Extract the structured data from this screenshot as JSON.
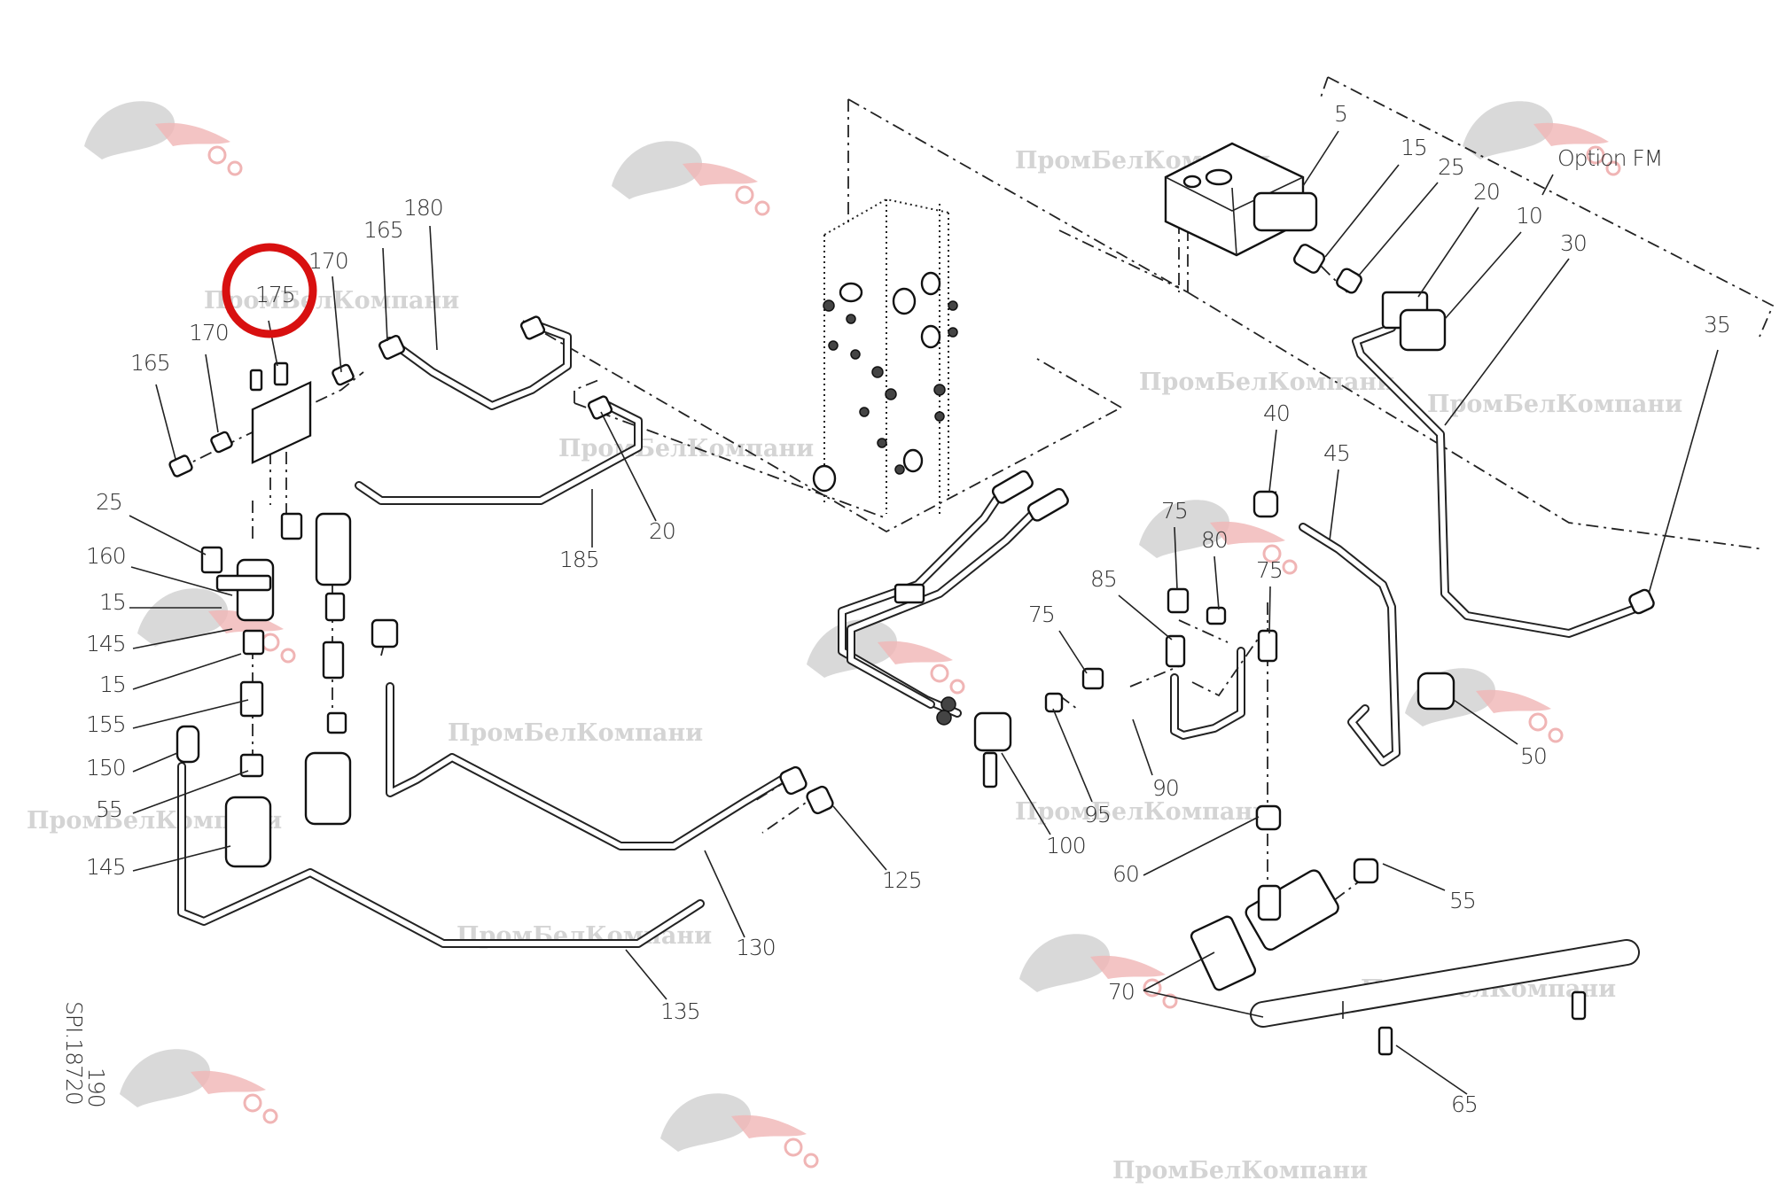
{
  "drawing": {
    "id_code": "SPI.18720",
    "sheet": "190",
    "option_label": "Option FM",
    "highlighted_part": "175",
    "highlight_color": "#d81010"
  },
  "watermark": {
    "text": "ПромБелКомпани",
    "color": "#d4d4d4",
    "logo_color_gray": "#cfcfcf",
    "logo_color_red": "#f0b5b5"
  },
  "callouts": [
    {
      "id": "c175",
      "label": "175"
    },
    {
      "id": "c170a",
      "label": "170"
    },
    {
      "id": "c165a",
      "label": "165"
    },
    {
      "id": "c180",
      "label": "180"
    },
    {
      "id": "c170b",
      "label": "170"
    },
    {
      "id": "c165b",
      "label": "165"
    },
    {
      "id": "c25a",
      "label": "25"
    },
    {
      "id": "c160",
      "label": "160"
    },
    {
      "id": "c15a",
      "label": "15"
    },
    {
      "id": "c145a",
      "label": "145"
    },
    {
      "id": "c15b",
      "label": "15"
    },
    {
      "id": "c155",
      "label": "155"
    },
    {
      "id": "c150",
      "label": "150"
    },
    {
      "id": "c55a",
      "label": "55"
    },
    {
      "id": "c145b",
      "label": "145"
    },
    {
      "id": "c185",
      "label": "185"
    },
    {
      "id": "c20a",
      "label": "20"
    },
    {
      "id": "c125",
      "label": "125"
    },
    {
      "id": "c130",
      "label": "130"
    },
    {
      "id": "c135",
      "label": "135"
    },
    {
      "id": "c5",
      "label": "5"
    },
    {
      "id": "c15c",
      "label": "15"
    },
    {
      "id": "c25b",
      "label": "25"
    },
    {
      "id": "c20b",
      "label": "20"
    },
    {
      "id": "c10",
      "label": "10"
    },
    {
      "id": "c30",
      "label": "30"
    },
    {
      "id": "c35",
      "label": "35"
    },
    {
      "id": "c40",
      "label": "40"
    },
    {
      "id": "c45",
      "label": "45"
    },
    {
      "id": "c50",
      "label": "50"
    },
    {
      "id": "c75a",
      "label": "75"
    },
    {
      "id": "c80",
      "label": "80"
    },
    {
      "id": "c75b",
      "label": "75"
    },
    {
      "id": "c85",
      "label": "85"
    },
    {
      "id": "c75c",
      "label": "75"
    },
    {
      "id": "c90",
      "label": "90"
    },
    {
      "id": "c95",
      "label": "95"
    },
    {
      "id": "c100",
      "label": "100"
    },
    {
      "id": "c60",
      "label": "60"
    },
    {
      "id": "c55b",
      "label": "55"
    },
    {
      "id": "c70",
      "label": "70"
    },
    {
      "id": "c65",
      "label": "65"
    }
  ]
}
